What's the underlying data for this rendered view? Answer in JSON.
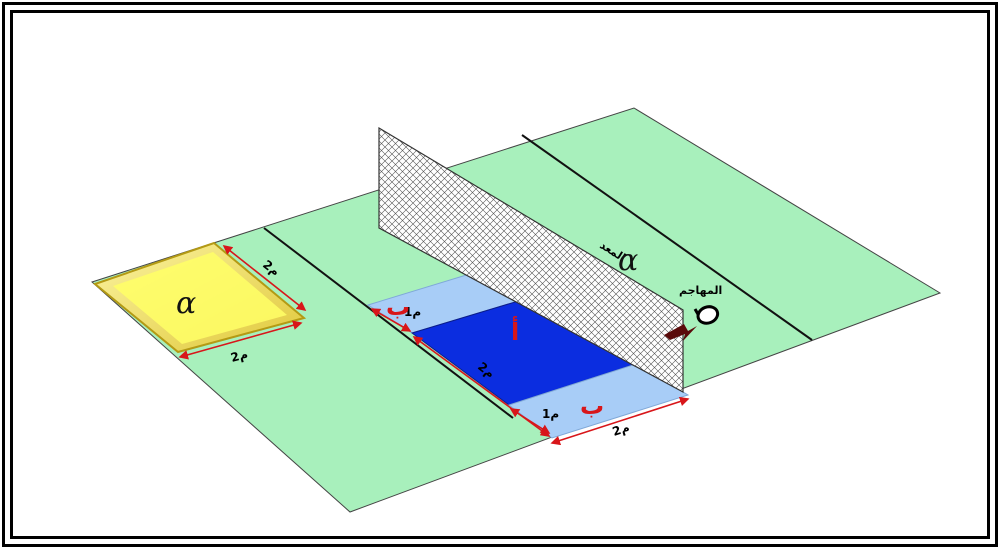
{
  "colors": {
    "court": "#a8f0bc",
    "target_square": "#ffff66",
    "zone_a": "#0b2de0",
    "zone_b": "#a8cdf7",
    "arrow": "#5a0a0a",
    "measure_red": "#d8161a"
  },
  "labels": {
    "setter_text": "المعد",
    "attacker_text": "المهاجم",
    "zone_a_letter": "أ",
    "zone_b_letter_top": "ب",
    "zone_b_letter_bottom": "ب",
    "target_symbol": "α",
    "setter_symbol": "α"
  },
  "dimensions": {
    "square_side_right": "2م",
    "square_side_bottom": "2م",
    "zone_b_top_width": "1م",
    "zone_a_depth": "2م",
    "zone_b_bottom_width": "1م",
    "zone_length": "2م"
  }
}
